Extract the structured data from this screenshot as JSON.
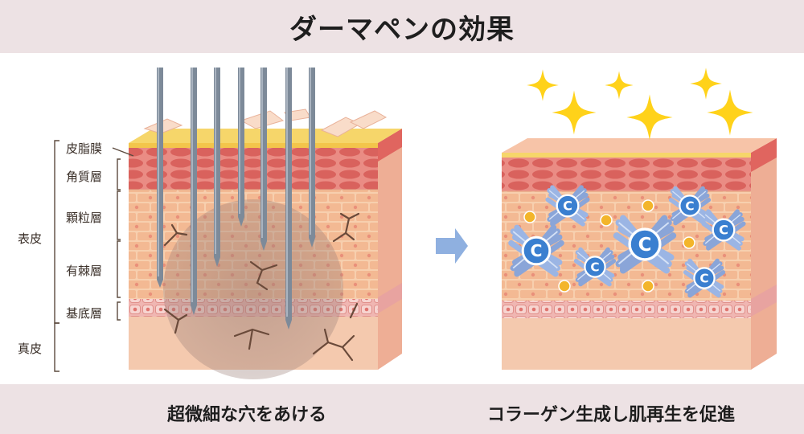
{
  "title": "ダーマペンの効果",
  "labels": {
    "sebum": "皮脂膜",
    "stratum_corneum": "角質層",
    "granular": "顆粒層",
    "spinous": "有棘層",
    "basal": "基底層",
    "epidermis": "表皮",
    "dermis": "真皮"
  },
  "collagen_symbol": "C",
  "captions": {
    "left": "超微細な穴をあける",
    "right": "コラーゲン生成し肌再生を促進"
  },
  "colors": {
    "band": "#ede2e4",
    "needle": "#7d8a99",
    "sebum": "#f6d66a",
    "corneum": "#e2736e",
    "epidermis": "#f6c7a8",
    "dermis": "#f4c9ae",
    "damage_zone": "#a58c84",
    "sparkle": "#ffd21a",
    "collagen": "#8aa8dd",
    "arrow": "#8fb0e0"
  }
}
